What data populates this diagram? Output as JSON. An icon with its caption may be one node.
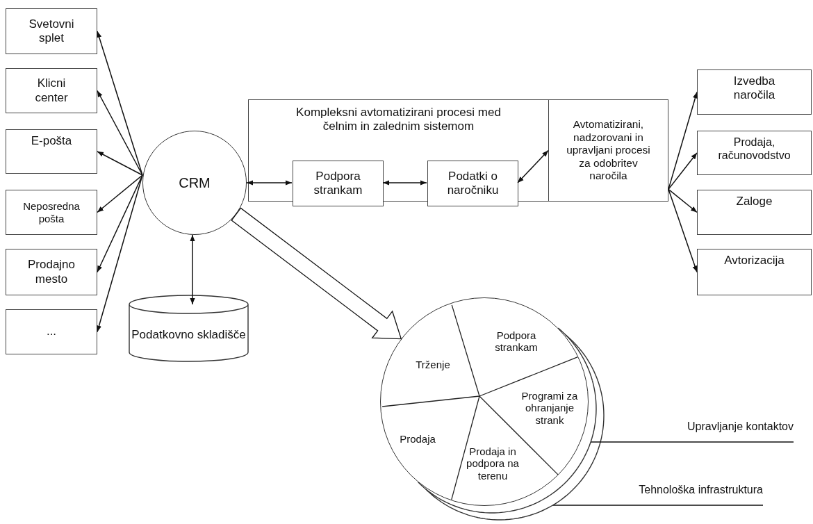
{
  "diagram": {
    "nodes": [
      {
        "text": [
          "Svetovni splet"
        ]
      },
      {
        "text": [
          "Klicni center"
        ]
      },
      {
        "text": [
          "E-pošta"
        ]
      },
      {
        "text": [
          "Neposredna pošta"
        ]
      },
      {
        "text": [
          "Prodajno mesto"
        ]
      },
      {
        "text": [
          "..."
        ]
      },
      {
        "text": [
          "CRM"
        ]
      },
      {
        "text": [
          "Podatkovno skladišče"
        ]
      },
      {
        "text": [
          "Kompleksni avtomatizirani procesi med čelnim in zalednim sistemom"
        ]
      },
      {
        "text": [
          "Podpora strankam"
        ],
        "in": 8
      },
      {
        "text": [
          "Podatki o naročniku"
        ],
        "in": 8
      },
      {
        "text": [
          "Avtomatizirani, nadzorovani in upravljani procesi za odobritev naročila"
        ]
      },
      {
        "text": [
          "Izvedba naročila"
        ]
      },
      {
        "text": [
          "Prodaja, računovodstvo"
        ]
      },
      {
        "text": [
          "Zaloge"
        ]
      },
      {
        "text": [
          "Avtorizacija"
        ]
      },
      {
        "text": [],
        "shape": "circle"
      },
      {
        "text": [
          "Trženje"
        ],
        "in": 16
      },
      {
        "text": [
          "Podpora strankam"
        ],
        "in": 16
      },
      {
        "text": [
          "Programi za ohranjanje strank"
        ],
        "in": 16
      },
      {
        "text": [
          "Prodaja"
        ],
        "in": 16
      },
      {
        "text": [
          "Prodaja in podpora na terenu"
        ],
        "in": 16
      },
      {
        "text": [],
        "shape": "circle"
      },
      {
        "text": [],
        "shape": "circle"
      },
      {
        "text": [
          "Upravljanje kontaktov"
        ]
      },
      {
        "text": [
          "Tehnološka infrastruktura"
        ]
      }
    ],
    "edges": [
      {
        "from": 6,
        "to": 0,
        "arrow": "to"
      },
      {
        "from": 6,
        "to": 1,
        "arrow": "to"
      },
      {
        "from": 6,
        "to": 2,
        "arrow": "to"
      },
      {
        "from": 6,
        "to": 3,
        "arrow": "to"
      },
      {
        "from": 6,
        "to": 4,
        "arrow": "to"
      },
      {
        "from": 6,
        "to": 5,
        "arrow": "to"
      },
      {
        "from": 6,
        "to": 7,
        "arrow": "both"
      },
      {
        "from": 6,
        "to": 9,
        "arrow": "both"
      },
      {
        "from": 9,
        "to": 10,
        "arrow": "both"
      },
      {
        "from": 10,
        "to": 11,
        "arrow": "both"
      },
      {
        "from": 11,
        "to": 12,
        "arrow": "to"
      },
      {
        "from": 11,
        "to": 13,
        "arrow": "to"
      },
      {
        "from": 11,
        "to": 14,
        "arrow": "to"
      },
      {
        "from": 11,
        "to": 15,
        "arrow": "to"
      },
      {
        "from": 6,
        "to": 16,
        "arrow": "to",
        "style": "thick"
      },
      {
        "from": 24,
        "to": 22,
        "arrow": "none"
      },
      {
        "from": 25,
        "to": 23,
        "arrow": "none"
      }
    ]
  }
}
